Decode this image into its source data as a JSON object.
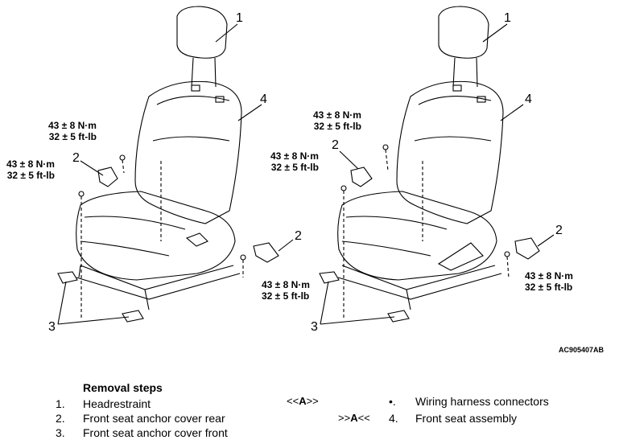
{
  "callouts": {
    "headrestraint": "1",
    "anchor_cover_rear": "2",
    "anchor_cover_front": "3",
    "seat_assembly": "4"
  },
  "torque": {
    "line1": "43 ± 8 N·m",
    "line2": "32 ± 5 ft-lb"
  },
  "figure_code": "AC905407AB",
  "removal": {
    "title": "Removal steps",
    "steps": [
      {
        "num": "1.",
        "label": "Headrestraint"
      },
      {
        "num": "2.",
        "label": "Front seat anchor cover rear"
      },
      {
        "num": "3.",
        "label": "Front seat anchor cover front"
      }
    ],
    "extra": [
      {
        "mark_pre": "<<",
        "mark_letter": "A",
        "mark_post": ">>",
        "num": "•.",
        "label": "Wiring harness connectors"
      },
      {
        "mark_pre": ">>",
        "mark_letter": "A",
        "mark_post": "<<",
        "num": "4.",
        "label": "Front seat assembly"
      }
    ]
  }
}
